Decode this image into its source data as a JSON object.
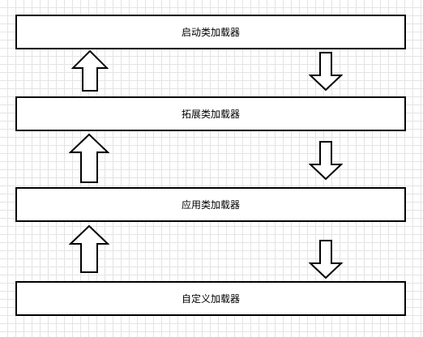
{
  "diagram": {
    "boxes": [
      {
        "label": "启动类加载器"
      },
      {
        "label": "拓展类加载器"
      },
      {
        "label": "应用类加载器"
      },
      {
        "label": "自定义加载器"
      }
    ],
    "colors": {
      "stroke": "#000000",
      "fill": "#ffffff",
      "grid": "#e4e4e4"
    },
    "arrows": [
      {
        "direction": "up",
        "from": "拓展类加载器",
        "to": "启动类加载器"
      },
      {
        "direction": "down",
        "from": "启动类加载器",
        "to": "拓展类加载器"
      },
      {
        "direction": "up",
        "from": "应用类加载器",
        "to": "拓展类加载器"
      },
      {
        "direction": "down",
        "from": "拓展类加载器",
        "to": "应用类加载器"
      },
      {
        "direction": "up",
        "from": "自定义加载器",
        "to": "应用类加载器"
      },
      {
        "direction": "down",
        "from": "应用类加载器",
        "to": "自定义加载器"
      }
    ]
  }
}
